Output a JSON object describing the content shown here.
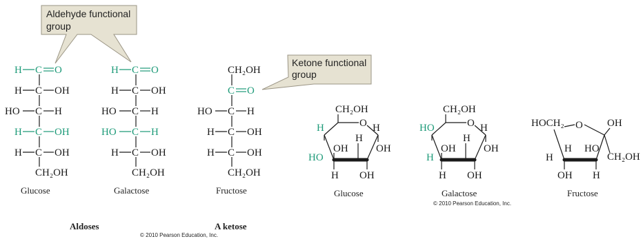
{
  "callouts": {
    "aldehyde": [
      "Aldehyde functional",
      "group"
    ],
    "ketone": [
      "Ketone functional",
      "group"
    ]
  },
  "atoms": {
    "H": "H",
    "C": "C",
    "O": "O",
    "OH": "OH",
    "HO": "HO",
    "CH2OH": "CH₂OH",
    "HOCH2": "HOCH₂"
  },
  "captions": {
    "glucose": "Glucose",
    "galactose": "Galactose",
    "fructose": "Fructose",
    "glucose_ring": "Glucose",
    "galactose_ring": "Galactose",
    "fructose_ring": "Fructose",
    "aldoses": "Aldoses",
    "ketose": "A ketose"
  },
  "copyright": "© 2010 Pearson Education, Inc.",
  "colors": {
    "highlight": "#1d9a78",
    "callout_fill": "#e6e2d2",
    "callout_border": "#9a9484"
  }
}
